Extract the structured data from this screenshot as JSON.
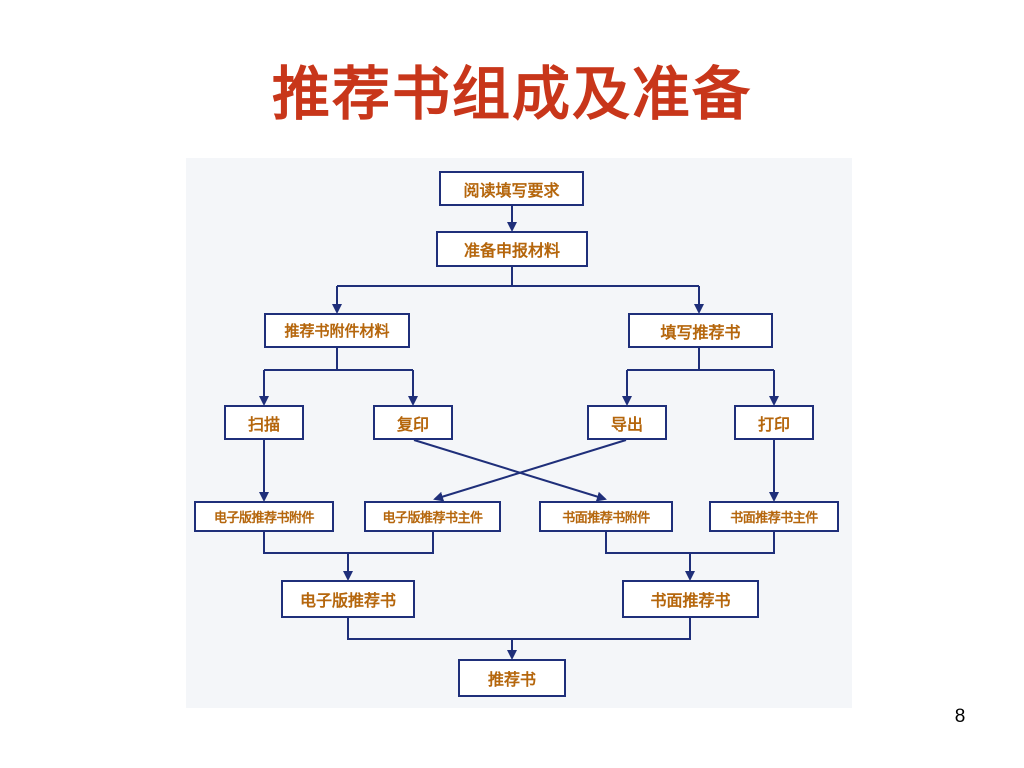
{
  "slide": {
    "title": "推荐书组成及准备",
    "page_number": "8"
  },
  "colors": {
    "title": "#c8361a",
    "node_text": "#b5660c",
    "node_border": "#1f2f7a",
    "connector": "#1f2f7a"
  },
  "flowchart": {
    "nodes": {
      "read_fill_requirements": "阅读填写要求",
      "prepare_materials": "准备申报材料",
      "attachment_materials": "推荐书附件材料",
      "fill_recommendation": "填写推荐书",
      "scan": "扫描",
      "copy": "复印",
      "export": "导出",
      "print": "打印",
      "electronic_attachment": "电子版推荐书附件",
      "electronic_main": "电子版推荐书主件",
      "paper_attachment": "书面推荐书附件",
      "paper_main": "书面推荐书主件",
      "electronic_recommendation": "电子版推荐书",
      "paper_recommendation": "书面推荐书",
      "recommendation": "推荐书"
    }
  }
}
